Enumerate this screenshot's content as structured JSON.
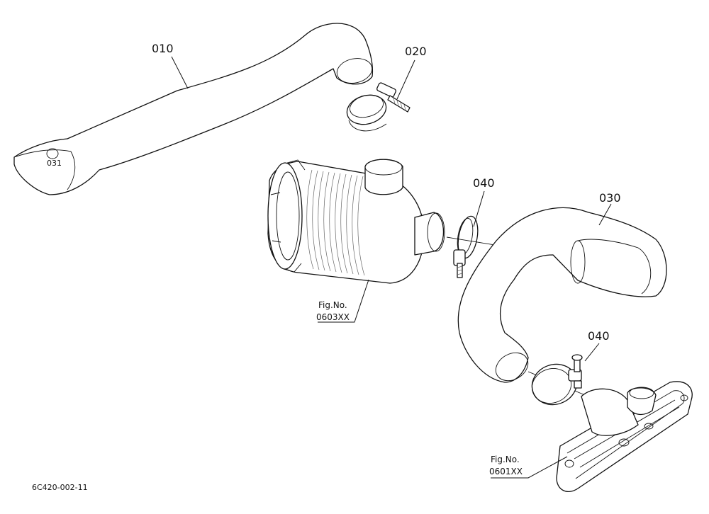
{
  "callouts": {
    "part_010": "010",
    "part_020": "020",
    "part_030": "030",
    "part_040_upper": "040",
    "part_040_lower": "040"
  },
  "figure_refs": {
    "air_cleaner_label": "Fig.No.",
    "air_cleaner_number": "0603XX",
    "manifold_label": "Fig.No.",
    "manifold_number": "0601XX"
  },
  "drawing_code": "6C420-002-11",
  "pipe_mark": "031",
  "colors": {
    "line": "#111111",
    "background": "#ffffff"
  }
}
